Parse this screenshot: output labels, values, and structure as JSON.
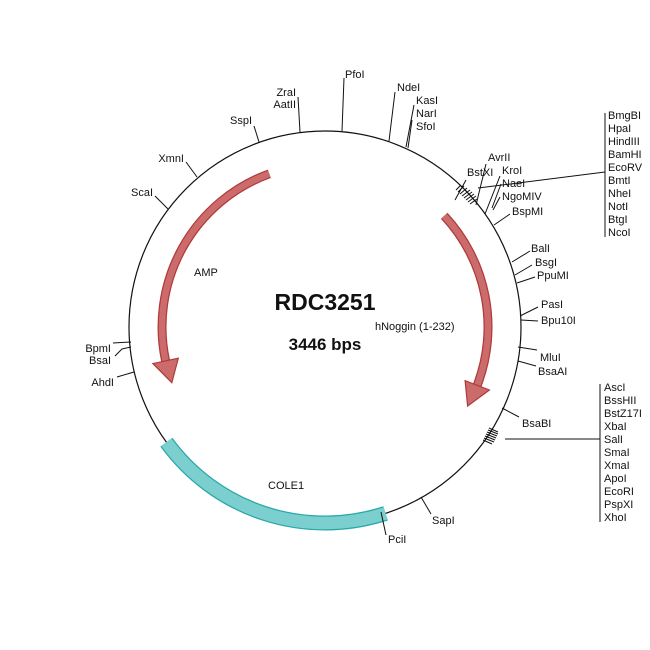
{
  "plasmid": {
    "name": "RDC3251",
    "size_label": "3446 bps"
  },
  "features": {
    "amp": "AMP",
    "hnoggin": "hNoggin (1-232)",
    "cole1": "COLE1"
  },
  "colors": {
    "cds": "#cc6b6b",
    "cds_edge": "#b03a3a",
    "origin": "#7ccfcf",
    "origin_edge": "#2aa8a8"
  },
  "sites": {
    "pfoi": "PfoI",
    "zrai": "ZraI",
    "aatii": "AatII",
    "sspi": "SspI",
    "xmni": "XmnI",
    "scai": "ScaI",
    "bpmi": "BpmI",
    "bsai": "BsaI",
    "ahdi": "AhdI",
    "ndei": "NdeI",
    "kasi": "KasI",
    "nari": "NarI",
    "sfoi": "SfoI",
    "bstxi": "BstXI",
    "avrii": "AvrII",
    "kroi": "KroI",
    "naei": "NaeI",
    "ngomiv": "NgoMIV",
    "bspmi": "BspMI",
    "bali": "BalI",
    "bsgi": "BsgI",
    "ppumi": "PpuMI",
    "pasi": "PasI",
    "bpu10i": "Bpu10I",
    "mlui": "MluI",
    "bsaai": "BsaAI",
    "bsabi": "BsaBI",
    "sapi": "SapI",
    "pcii": "PciI"
  },
  "cluster1": [
    "BmgBI",
    "HpaI",
    "HindIII",
    "BamHI",
    "EcoRV",
    "BmtI",
    "NheI",
    "NotI",
    "BtgI",
    "NcoI"
  ],
  "cluster2": [
    "AscI",
    "BssHII",
    "BstZ17I",
    "XbaI",
    "SalI",
    "SmaI",
    "XmaI",
    "ApoI",
    "EcoRI",
    "PspXI",
    "XhoI"
  ]
}
